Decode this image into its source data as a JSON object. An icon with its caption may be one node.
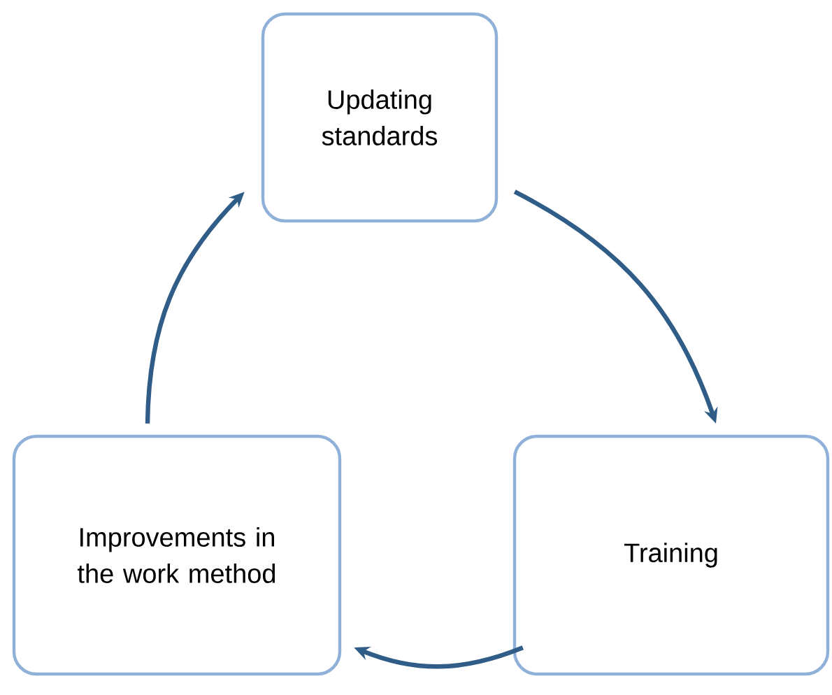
{
  "diagram": {
    "nodes": [
      {
        "text": [
          "Updating standards"
        ]
      },
      {
        "text": [
          "Training"
        ]
      },
      {
        "text": [
          "Improvements in the work method"
        ]
      }
    ],
    "edges": [
      {
        "from": 0,
        "to": 1,
        "arrow": "to"
      },
      {
        "from": 1,
        "to": 2,
        "arrow": "to"
      },
      {
        "from": 2,
        "to": 0,
        "arrow": "to"
      }
    ]
  }
}
